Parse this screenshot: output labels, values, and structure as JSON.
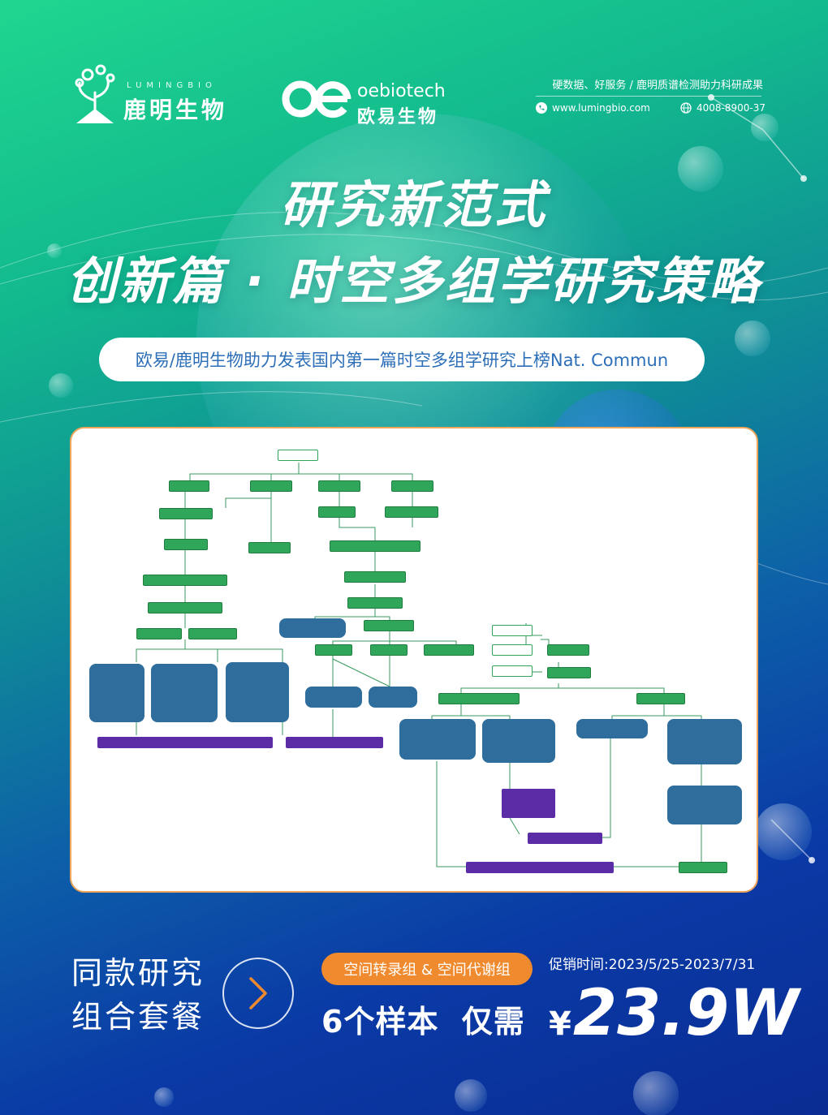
{
  "header": {
    "luming": {
      "sub": "LUMINGBIO",
      "name": "鹿明生物"
    },
    "oebiotech": {
      "sub": "oebiotech",
      "name": "欧易生物"
    },
    "tagline": "硬数据、好服务 / 鹿明质谱检测助力科研成果",
    "website": "www.lumingbio.com",
    "phone": "4008-8900-37",
    "icons": [
      "phone-icon",
      "globe-icon"
    ]
  },
  "title": {
    "line1": "研究新范式",
    "line2": "创新篇 · 时空多组学研究策略"
  },
  "subtitle": "欧易/鹿明生物助力发表国内第一篇时空多组学研究上榜Nat. Commun",
  "offer": {
    "title_line1": "同款研究",
    "title_line2": "组合套餐",
    "badge": "空间转录组 & 空间代谢组",
    "promo_label": "促销时间:",
    "promo_dates": "2023/5/25-2023/7/31",
    "samples": "6个样本",
    "price_prefix": "仅需",
    "currency": "¥",
    "price": "23.9W"
  },
  "colors": {
    "accent_orange": "#f08a2e",
    "panel_border": "#f0a65a",
    "subtitle_blue": "#2c6fb8",
    "node_green": "#2fa65a",
    "node_blue": "#2f6d9c",
    "node_purple": "#5a2ca6"
  }
}
